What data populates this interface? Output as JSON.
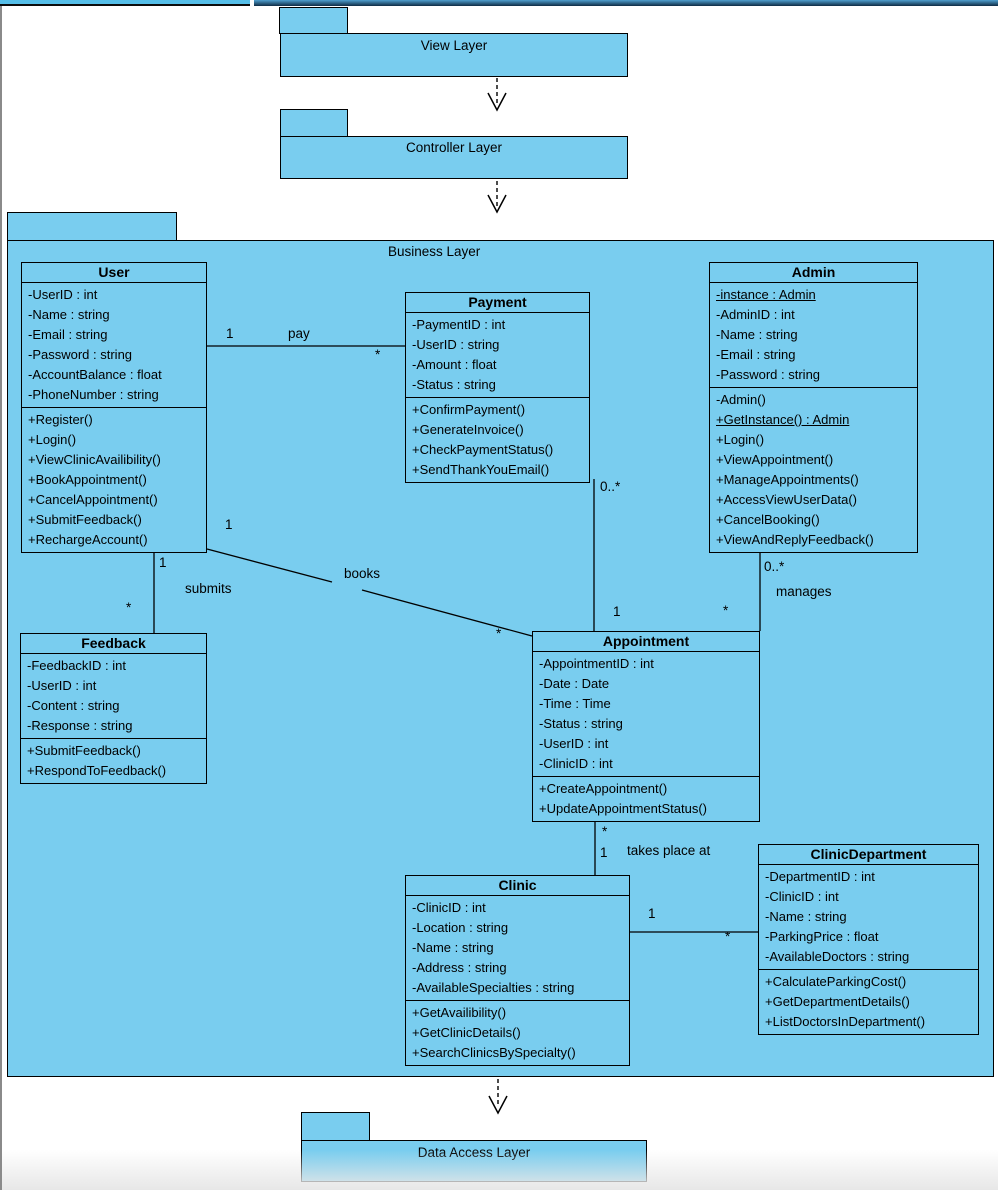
{
  "packages": {
    "view": {
      "label": "View Layer"
    },
    "controller": {
      "label": "Controller Layer"
    },
    "business": {
      "label": "Business Layer"
    },
    "data_access": {
      "label": "Data Access Layer"
    }
  },
  "classes": [
    {
      "name": "User",
      "attributes": [
        "-UserID : int",
        "-Name : string",
        "-Email : string",
        "-Password : string",
        "-AccountBalance : float",
        "-PhoneNumber : string"
      ],
      "methods": [
        "+Register()",
        "+Login()",
        "+ViewClinicAvailibility()",
        "+BookAppointment()",
        "+CancelAppointment()",
        "+SubmitFeedback()",
        "+RechargeAccount()"
      ]
    },
    {
      "name": "Payment",
      "attributes": [
        "-PaymentID : int",
        "-UserID : string",
        "-Amount : float",
        "-Status : string"
      ],
      "methods": [
        "+ConfirmPayment()",
        "+GenerateInvoice()",
        "+CheckPaymentStatus()",
        "+SendThankYouEmail()"
      ]
    },
    {
      "name": "Admin",
      "attributes": [
        {
          "text": "-instance : Admin",
          "underline": true
        },
        "-AdminID : int",
        "-Name : string",
        "-Email : string",
        "-Password : string"
      ],
      "methods": [
        "-Admin()",
        {
          "text": "+GetInstance() : Admin",
          "underline": true
        },
        "+Login()",
        "+ViewAppointment()",
        "+ManageAppointments()",
        "+AccessViewUserData()",
        "+CancelBooking()",
        "+ViewAndReplyFeedback()"
      ]
    },
    {
      "name": "Feedback",
      "attributes": [
        "-FeedbackID : int",
        "-UserID : int",
        "-Content : string",
        "-Response : string"
      ],
      "methods": [
        "+SubmitFeedback()",
        "+RespondToFeedback()"
      ]
    },
    {
      "name": "Appointment",
      "attributes": [
        "-AppointmentID : int",
        "-Date : Date",
        "-Time : Time",
        "-Status : string",
        "-UserID : int",
        "-ClinicID : int"
      ],
      "methods": [
        "+CreateAppointment()",
        "+UpdateAppointmentStatus()"
      ]
    },
    {
      "name": "Clinic",
      "attributes": [
        "-ClinicID : int",
        "-Location : string",
        "-Name : string",
        "-Address : string",
        "-AvailableSpecialties : string"
      ],
      "methods": [
        "+GetAvailibility()",
        "+GetClinicDetails()",
        "+SearchClinicsBySpecialty()"
      ]
    },
    {
      "name": "ClinicDepartment",
      "attributes": [
        "-DepartmentID : int",
        "-ClinicID : int",
        "-Name : string",
        "-ParkingPrice : float",
        "-AvailableDoctors : string"
      ],
      "methods": [
        "+CalculateParkingCost()",
        "+GetDepartmentDetails()",
        "+ListDoctorsInDepartment()"
      ]
    }
  ],
  "labels": {
    "pay_user_mult": "1",
    "pay_name": "pay",
    "pay_payment_mult": "*",
    "submits_user_mult": "1",
    "submits_name": "submits",
    "submits_feedback_mult": "*",
    "books_user_mult": "1",
    "books_name": "books",
    "books_appointment_mult": "*",
    "payment_appt_payment_mult": "0..*",
    "payment_appt_appointment_mult": "1",
    "manages_admin_mult": "0..*",
    "manages_name": "manages",
    "manages_appointment_mult": "*",
    "takes_place_star_mult": "*",
    "takes_place_one_mult": "1",
    "takes_place_name": "takes place at",
    "clinic_dept_clinic_mult": "1",
    "clinic_dept_dept_mult": "*"
  },
  "colors": {
    "node_fill": "#79CDEF",
    "line": "#000000",
    "topbar_left": "#55BEE8",
    "topbar_right_dark": "#0E2B44",
    "page_edge": "#8A8A8A"
  }
}
